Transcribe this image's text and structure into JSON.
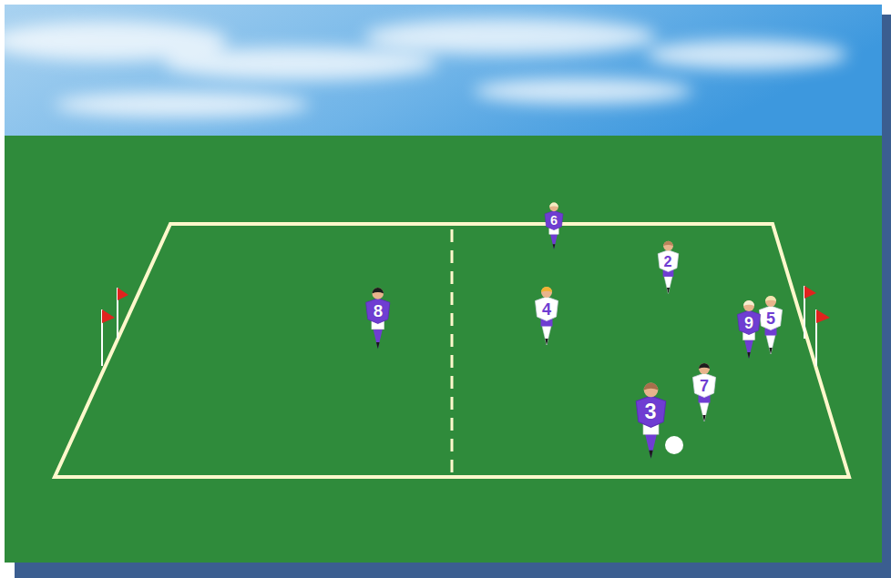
{
  "diagram": {
    "nodes": [
      {
        "text": [
          "6"
        ]
      },
      {
        "text": [
          "2"
        ]
      },
      {
        "text": [
          "8"
        ]
      },
      {
        "text": [
          "4"
        ]
      },
      {
        "text": [
          "9"
        ]
      },
      {
        "text": [
          "5"
        ]
      },
      {
        "text": [
          "7"
        ]
      },
      {
        "text": [
          "3"
        ]
      }
    ]
  }
}
